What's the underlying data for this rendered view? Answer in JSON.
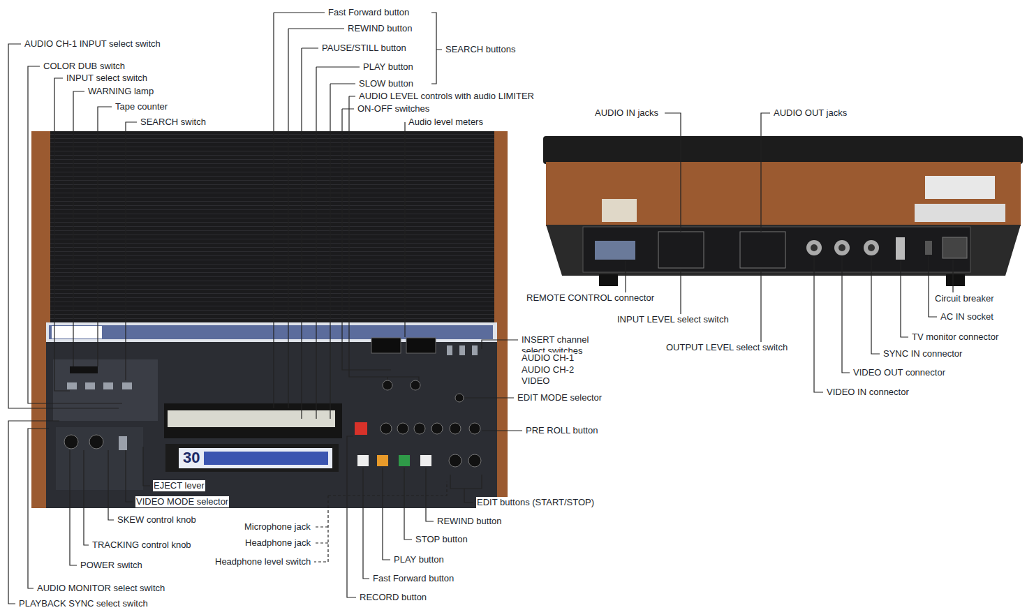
{
  "diagram": {
    "labels": [
      "Fast Forward button",
      "REWIND button",
      "PAUSE/STILL button",
      "PLAY button",
      "SEARCH buttons",
      "SLOW button",
      "AUDIO LEVEL controls with audio LIMITER",
      "ON-OFF switches",
      "Audio level meters",
      "AUDIO CH-1 INPUT select switch",
      "COLOR DUB switch",
      "INPUT select switch",
      "WARNING lamp",
      "Tape counter",
      "SEARCH switch",
      "INSERT channel select switches",
      "AUDIO CH-1",
      "AUDIO CH-2",
      "VIDEO",
      "EDIT MODE selector",
      "PRE ROLL button",
      "EDIT buttons (START/STOP)",
      "EJECT lever",
      "VIDEO MODE selector",
      "SKEW control knob",
      "TRACKING control knob",
      "POWER switch",
      "AUDIO MONITOR select switch",
      "PLAYBACK SYNC select switch",
      "Microphone jack",
      "Headphone jack",
      "Headphone level switch",
      "REWIND button",
      "STOP button",
      "PLAY button",
      "Fast Forward button",
      "RECORD button",
      "AUDIO IN jacks",
      "AUDIO OUT jacks",
      "REMOTE CONTROL connector",
      "INPUT LEVEL select switch",
      "OUTPUT LEVEL select switch",
      "VIDEO IN connector",
      "VIDEO OUT connector",
      "SYNC IN connector",
      "TV monitor connector",
      "AC IN socket",
      "Circuit breaker",
      "30"
    ]
  }
}
